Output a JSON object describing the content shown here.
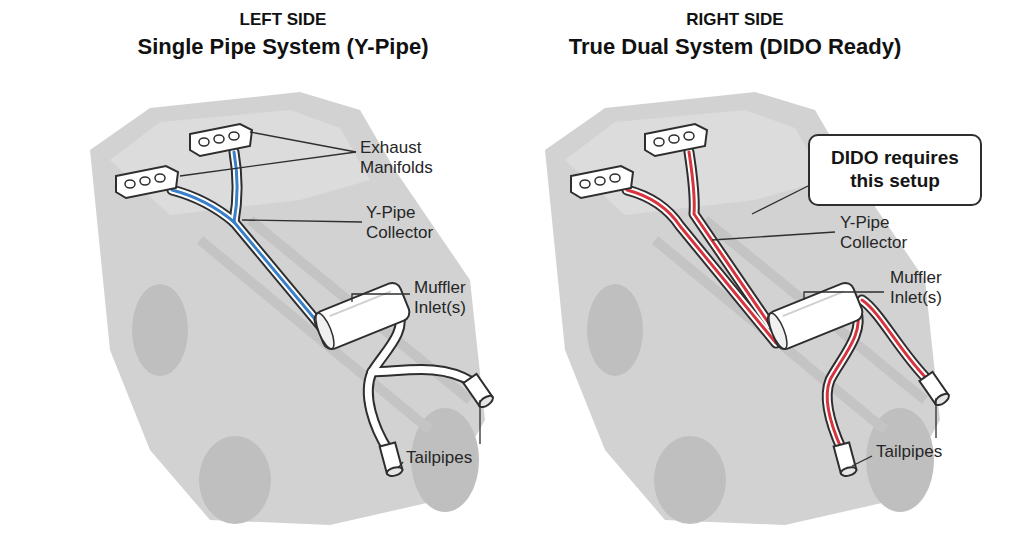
{
  "diagram": {
    "nodes": [
      {
        "text": [
          "DIDO requires this setup"
        ]
      }
    ],
    "labels": [
      "LEFT SIDE",
      "Single Pipe System (Y-Pipe)",
      "Exhaust Manifolds",
      "Y-Pipe Collector",
      "Muffler Inlet(s)",
      "Tailpipes",
      "RIGHT SIDE",
      "True Dual System (DIDO Ready)",
      "Y-Pipe Collector",
      "Muffler Inlet(s)",
      "Tailpipes"
    ]
  }
}
